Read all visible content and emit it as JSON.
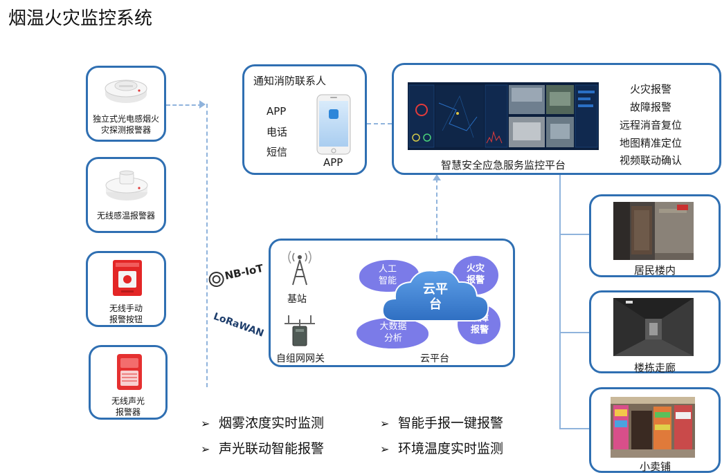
{
  "title": "烟温火灾监控系统",
  "devices": [
    {
      "label_line1": "独立式光电感烟火",
      "label_line2": "灾探测报警器"
    },
    {
      "label_line1": "无线感温报警器",
      "label_line2": ""
    },
    {
      "label_line1": "无线手动",
      "label_line2": "报警按钮"
    },
    {
      "label_line1": "无线声光",
      "label_line2": "报警器"
    }
  ],
  "protocols": {
    "nbiot": "NB-IoT",
    "lorawan": "LoRaWAN"
  },
  "notify": {
    "title": "通知消防联系人",
    "items": [
      "APP",
      "电话",
      "短信"
    ],
    "phone_caption": "APP"
  },
  "platform": {
    "caption": "智慧安全应急服务监控平台",
    "features": [
      "火灾报警",
      "故障报警",
      "远程消音复位",
      "地图精准定位",
      "视频联动确认"
    ]
  },
  "cloud_box": {
    "station_label": "基站",
    "gateway_label": "自组网网关",
    "cloud_center": "云平台",
    "bubble_ai": "人工智能",
    "bubble_fire": "火灾报警",
    "bubble_fault": "故障报警",
    "bubble_bigdata": "大数据分析",
    "caption": "云平台"
  },
  "locations": [
    "居民楼内",
    "楼栋走廊",
    "小卖铺"
  ],
  "bottom_features": [
    "烟雾浓度实时监测",
    "智能手报一键报警",
    "声光联动智能报警",
    "环境温度实时监测"
  ],
  "colors": {
    "border": "#2f6fb2",
    "connector": "#8fb3dc",
    "cloud": "#3f7fd0",
    "bubble": "#7b7be8"
  }
}
